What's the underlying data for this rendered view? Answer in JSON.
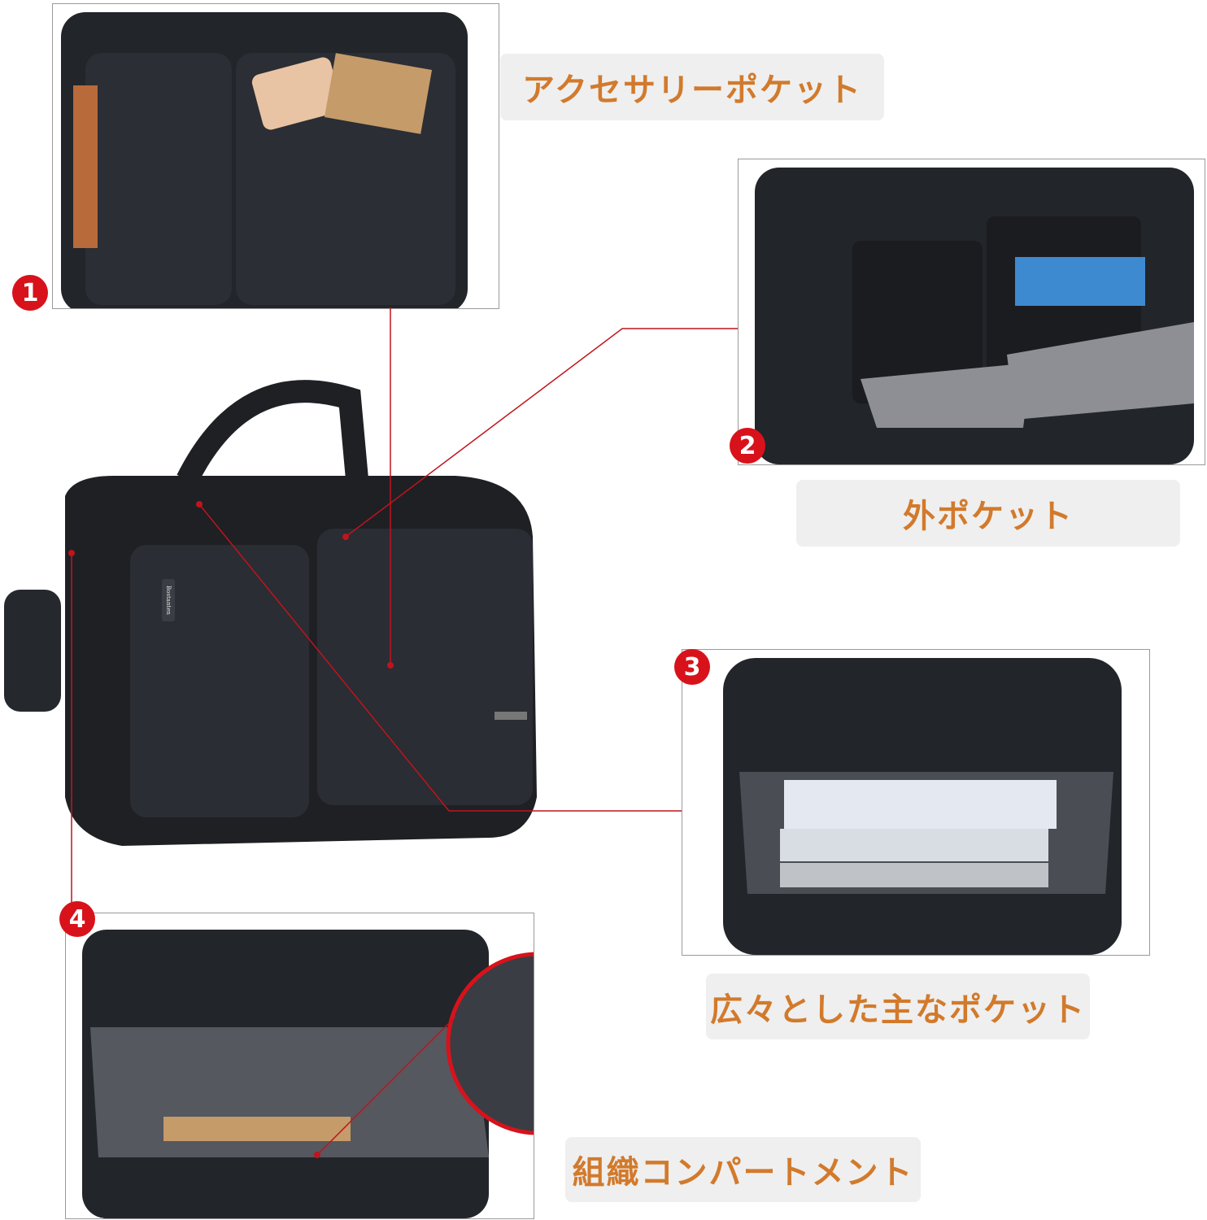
{
  "colors": {
    "label_text": "#d27a2c",
    "label_bg": "#efefef",
    "badge": "#d8121b",
    "line": "#c0141c",
    "bag": "#1e2024"
  },
  "labels": [
    {
      "text": "アクセサリーポケット"
    },
    {
      "text": "外ポケット"
    },
    {
      "text": "広々とした主なポケット"
    },
    {
      "text": "組織コンパートメント"
    }
  ],
  "badges": [
    "1",
    "2",
    "3",
    "4"
  ],
  "brand": "Bostanten"
}
